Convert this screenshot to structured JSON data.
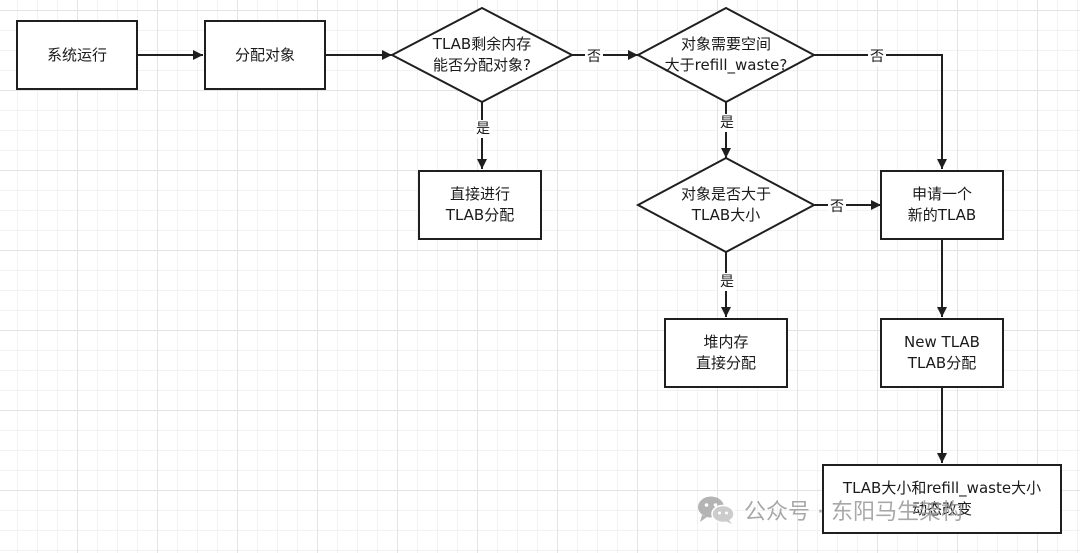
{
  "nodes": {
    "start": "系统运行",
    "alloc": "分配对象",
    "check_tlab": "TLAB剩余内存\n能否分配对象?",
    "check_refill": "对象需要空间\n大于refill_waste?",
    "tlab_alloc": "直接进行\nTLAB分配",
    "check_size": "对象是否大于\nTLAB大小",
    "new_tlab": "申请一个\n新的TLAB",
    "heap_alloc": "堆内存\n直接分配",
    "new_tlab_alloc": "New TLAB\nTLAB分配",
    "dynamic": "TLAB大小和refill_waste大小\n动态改变"
  },
  "edge_labels": {
    "no": "否",
    "yes": "是"
  },
  "watermark": {
    "text": "公众号 · 东阳马生架构"
  },
  "colors": {
    "stroke": "#1f1f1f",
    "grid": "#e4e4e4",
    "watermark": "#9a9a9a"
  }
}
